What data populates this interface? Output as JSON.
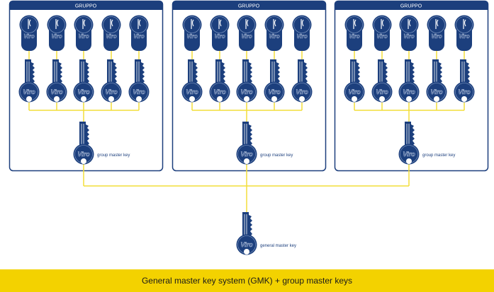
{
  "groups": [
    {
      "title": "GRUPPO",
      "master_label": "group master key"
    },
    {
      "title": "GRUPPO",
      "master_label": "group master key"
    },
    {
      "title": "GRUPPO",
      "master_label": "group master key"
    }
  ],
  "keys_per_group": 5,
  "brand": "Viro",
  "general": {
    "label": "general master key"
  },
  "footer": {
    "caption": "General master key system (GMK) + group master keys"
  },
  "colors": {
    "navy": "#1c3f7d",
    "yellow": "#f3d200",
    "line": "#f2de3a"
  }
}
